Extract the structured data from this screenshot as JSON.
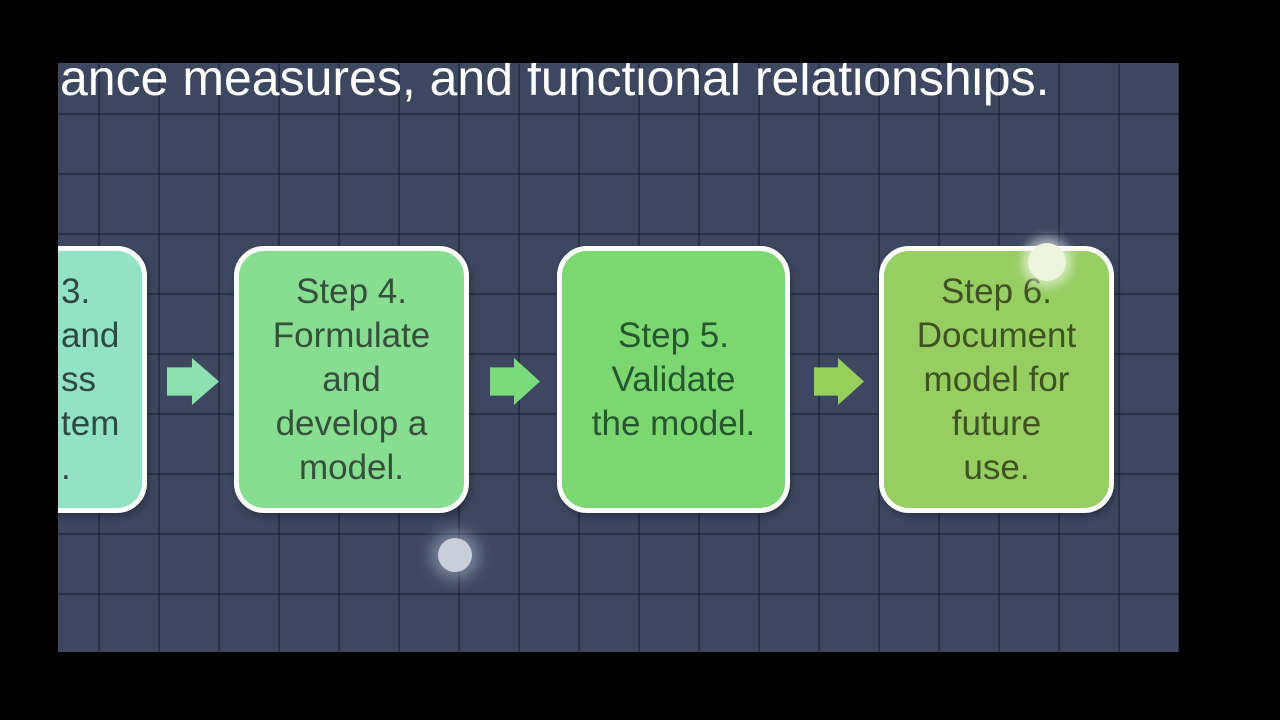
{
  "video_frame": {
    "letterbox_color": "#000000"
  },
  "slide": {
    "background_color": "#3D4860",
    "grid_line_color": "rgba(15,22,40,0.45)",
    "title_fragment": "ance measures, and functional relationships.",
    "title_color": "#FFFFFF"
  },
  "flowchart": {
    "box_border_color": "#FFFFFF",
    "boxes": [
      {
        "id": "step-3-partial",
        "lines": [
          "3.",
          "and",
          "ss",
          "tem",
          "."
        ],
        "fill": "#92E2C5",
        "text_color": "#2E4A42"
      },
      {
        "id": "step-4",
        "lines": [
          "Step 4.",
          "Formulate",
          "and",
          "develop a",
          "model."
        ],
        "fill": "#87DE91",
        "text_color": "#36503C"
      },
      {
        "id": "step-5",
        "lines": [
          "Step 5.",
          "Validate",
          "the model."
        ],
        "fill": "#7BD871",
        "text_color": "#26572F"
      },
      {
        "id": "step-6",
        "lines": [
          "Step 6.",
          "Document",
          "model for",
          "future",
          "use."
        ],
        "fill": "#97CE62",
        "text_color": "#3F5322"
      }
    ],
    "arrows": [
      {
        "id": "arrow-3-to-4",
        "fill": "#8EE0B0"
      },
      {
        "id": "arrow-4-to-5",
        "fill": "#79DB79"
      },
      {
        "id": "arrow-5-to-6",
        "fill": "#97CF5C"
      }
    ]
  },
  "overlays": {
    "highlight_circle_color": "#EDF5DF",
    "pointer_dot_color": "#C9CFD9"
  }
}
